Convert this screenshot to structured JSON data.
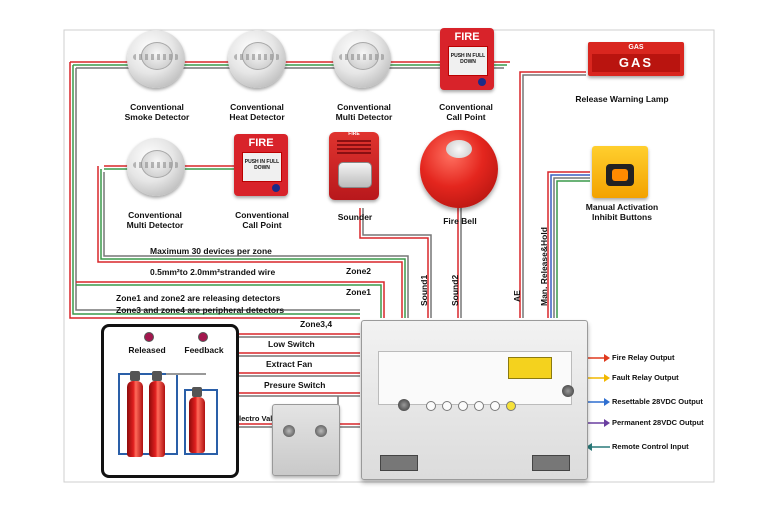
{
  "devices": {
    "smoke_detector": "Conventional\nSmoke Detector",
    "heat_detector": "Conventional\nHeat Detector",
    "multi_detector_top": "Conventional\nMulti  Detector",
    "call_point_top": "Conventional\nCall Point",
    "release_warning_lamp": "Release Warning Lamp",
    "multi_detector_mid": "Conventional\nMulti Detector",
    "call_point_mid": "Conventional\nCall Point",
    "sounder": "Sounder",
    "fire_bell": "Fire Bell",
    "manual_activation": "Manual Activation\nInhibit Buttons"
  },
  "device_markings": {
    "callpoint_title": "FIRE",
    "callpoint_glass": "PUSH IN\nFULL DOWN",
    "sounder_title": "FIRE",
    "lamp_small": "GAS",
    "lamp_big": "GAS"
  },
  "notes": {
    "max_devices": "Maximum 30 devices per zone",
    "wire": "0.5mm²to 2.0mm²stranded wire",
    "zone_note_1": "Zone1  and  zone2  are releasing detectors",
    "zone_note_2": "Zone3  and  zone4  are  peripheral detectors"
  },
  "wires": {
    "zone2": "Zone2",
    "zone1": "Zone1",
    "zone34": "Zone3,4",
    "sound1": "Sound1",
    "sound2": "Sound2",
    "ae": "AE",
    "man_release": "Man. Release&Hold",
    "low_switch": "Low Switch",
    "extract_fan": "Extract Fan",
    "pressure_switch": "Presure Switch",
    "electro_valve": "Electro Valv"
  },
  "cylinder_box": {
    "released": "Released",
    "feedback": "Feedback"
  },
  "outputs": [
    {
      "label": "Fire Relay Output",
      "color": "#e03a1e"
    },
    {
      "label": "Fault Relay Output",
      "color": "#f2b800"
    },
    {
      "label": "Resettable 28VDC Output",
      "color": "#2f6fd0"
    },
    {
      "label": "Permanent 28VDC  Output",
      "color": "#6a3ea0"
    },
    {
      "label": "Remote Control Input",
      "color": "#2a7a7a"
    }
  ],
  "colors": {
    "wire_red": "#d9262a",
    "wire_green": "#3a9a4a",
    "wire_blue": "#3a5fc0",
    "wire_gray": "#777777"
  }
}
